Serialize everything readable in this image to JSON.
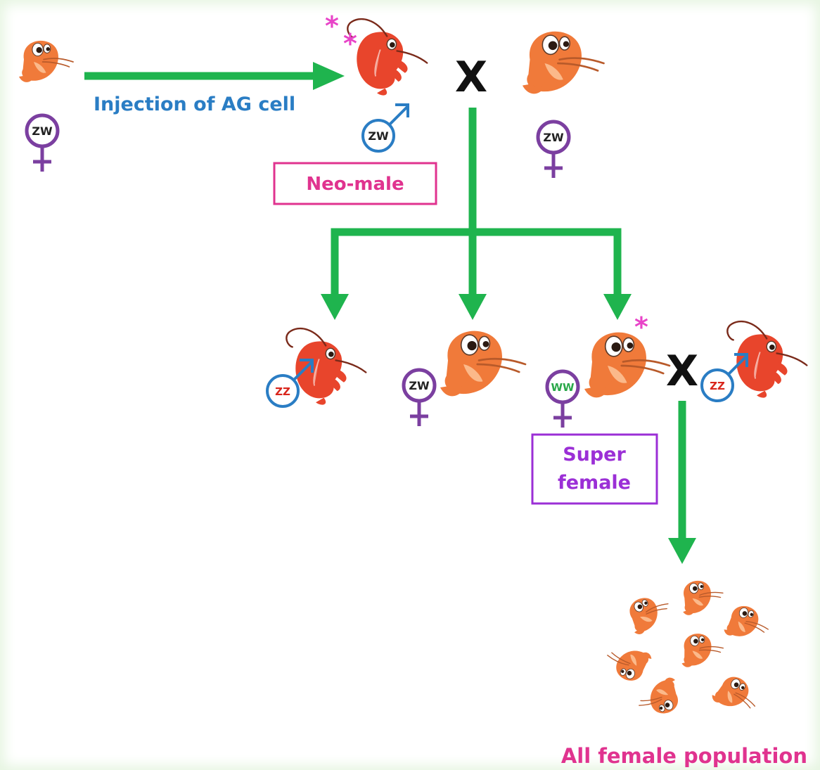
{
  "colors": {
    "arrow": "#1fb44e",
    "female_symbol": "#7b3fa0",
    "male_symbol": "#2a7dc4",
    "injection_text": "#2a7dc4",
    "neo_male": "#e0338f",
    "super_female": "#9b2fd6",
    "all_female": "#e0338f",
    "zz_text": "#d9261c",
    "ww_text": "#2aa84a",
    "asterisk": "#e844c8"
  },
  "labels": {
    "injection": "Injection of AG cell",
    "cross_1": "X",
    "cross_2": "X",
    "neo_male": "Neo-male",
    "super_female_line1": "Super",
    "super_female_line2": "female",
    "all_female": "All female population",
    "asterisk": "*"
  },
  "genotypes": {
    "original_female": "ZW",
    "neo_male": "ZW",
    "mate_female": "ZW",
    "offspring_male": "ZZ",
    "offspring_female": "ZW",
    "super_female": "WW",
    "cross_male": "ZZ"
  },
  "icons": {
    "shrimp": "shrimp-icon",
    "female_symbol": "female-symbol-icon",
    "male_symbol": "male-symbol-icon",
    "arrow": "arrow-icon"
  }
}
